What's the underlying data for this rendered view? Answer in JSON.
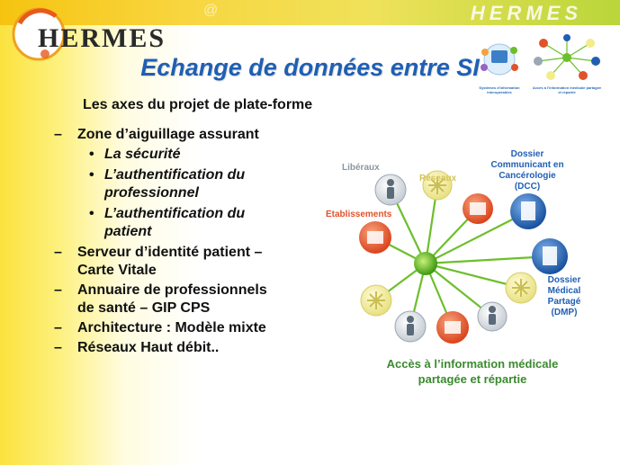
{
  "header": {
    "brand": "HERMES",
    "logo_text": "HERMES"
  },
  "slide": {
    "title": "Echange de données entre SI",
    "subtitle": "Les axes du projet de plate-forme",
    "bullets": [
      {
        "text": "Zone d’aiguillage assurant",
        "dash": "–"
      },
      {
        "text": "La sécurité",
        "dot": "•"
      },
      {
        "text": "L’authentification du professionnel",
        "dot": "•"
      },
      {
        "text": "L’authentification du patient",
        "dot": "•"
      },
      {
        "text": "Serveur d’identité patient – Carte Vitale",
        "dash": "–"
      },
      {
        "text": "Annuaire de professionnels de santé – GIP CPS",
        "dash": "–"
      },
      {
        "text": "Architecture : Modèle mixte",
        "dash": "–"
      },
      {
        "text": "Réseaux Haut débit..",
        "dash": "–"
      }
    ]
  },
  "diagram": {
    "labels": {
      "liberaux": "Libéraux",
      "reseaux": "Réseaux",
      "etablissements": "Etablissements",
      "dcc": "Dossier Communicant en Cancérologie (DCC)",
      "dmp": "Dossier Médical Partagé (DMP)"
    },
    "caption_line1": "Accès à l’information médicale",
    "caption_line2": "partagée et répartie",
    "colors": {
      "green": "#3b8a2f",
      "label_blue": "#1f5fb3",
      "label_orange": "#e0522a",
      "hub": "#6cbf2a"
    }
  },
  "thumbnails": {
    "left_caption": "Systèmes d'information interopérables",
    "right_caption": "Accès à l'information médicale partagée et répartie"
  }
}
